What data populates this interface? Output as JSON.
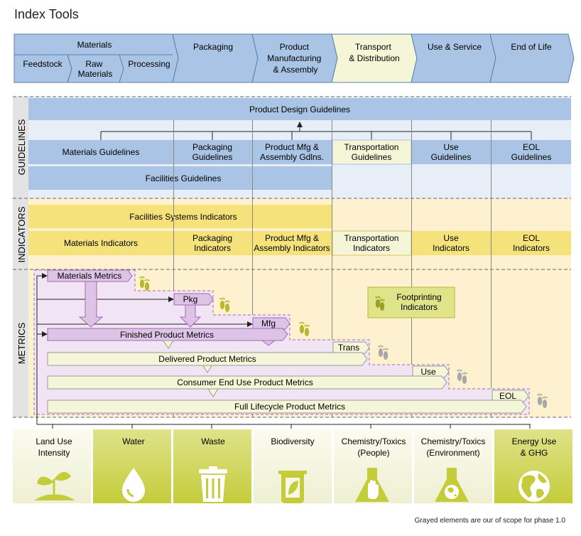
{
  "title": "Index Tools",
  "note": "Grayed elements are our of scope for phase 1.0",
  "stages": {
    "materials": "Materials",
    "feedstock": "Feedstock",
    "raw_materials": [
      "Raw",
      "Materials"
    ],
    "processing": "Processing",
    "packaging": "Packaging",
    "product_mfg": [
      "Product",
      "Manufacturing",
      "& Assembly"
    ],
    "transport": [
      "Transport",
      "& Distribution"
    ],
    "use_service": "Use & Service",
    "end_of_life": "End of Life"
  },
  "sections": {
    "guidelines": "GUIDELINES",
    "indicators": "INDICATORS",
    "metrics": "METRICS"
  },
  "guidelines": {
    "product_design": "Product Design Guidelines",
    "materials": "Materials Guidelines",
    "packaging": [
      "Packaging",
      "Guidelines"
    ],
    "mfg": [
      "Product Mfg &",
      "Assembly Gdlns."
    ],
    "transport": [
      "Transportation",
      "Guidelines"
    ],
    "use": [
      "Use",
      "Guidelines"
    ],
    "eol": [
      "EOL",
      "Guidelines"
    ],
    "facilities": "Facilities Guidelines"
  },
  "indicators": {
    "facilities_systems": "Facilities Systems Indicators",
    "materials": "Materials Indicators",
    "packaging": [
      "Packaging",
      "Indicators"
    ],
    "mfg": [
      "Product Mfg &",
      "Assembly Indicators"
    ],
    "transport": [
      "Transportation",
      "Indicators"
    ],
    "use": [
      "Use",
      "Indicators"
    ],
    "eol": [
      "EOL",
      "Indicators"
    ]
  },
  "metrics": {
    "materials": "Materials Metrics",
    "pkg": "Pkg",
    "mfg": "Mfg",
    "trans": "Trans",
    "use": "Use",
    "eol": "EOL",
    "finished": "Finished Product Metrics",
    "delivered": "Delivered Product Metrics",
    "consumer": "Consumer End Use Product Metrics",
    "lifecycle": "Full Lifecycle Product Metrics",
    "footprinting": [
      "Footprinting",
      "Indicators"
    ]
  },
  "impacts": [
    {
      "label": [
        "Land Use",
        "Intensity"
      ],
      "icon": "plant-icon",
      "shade": "light"
    },
    {
      "label": [
        "Water"
      ],
      "icon": "water-drop-icon",
      "shade": "dark"
    },
    {
      "label": [
        "Waste"
      ],
      "icon": "trash-can-icon",
      "shade": "dark"
    },
    {
      "label": [
        "Biodiversity"
      ],
      "icon": "leaf-jar-icon",
      "shade": "light"
    },
    {
      "label": [
        "Chemistry/Toxics",
        "(People)"
      ],
      "icon": "flask-hand-icon",
      "shade": "light"
    },
    {
      "label": [
        "Chemistry/Toxics",
        "(Environment)"
      ],
      "icon": "flask-globe-icon",
      "shade": "light"
    },
    {
      "label": [
        "Energy Use",
        "& GHG"
      ],
      "icon": "globe-icon",
      "shade": "dark"
    }
  ],
  "colors": {
    "blue": "#a9c4e4",
    "lightblue": "#dce8f5",
    "yellow": "#f5e27a",
    "lightyellow": "#fdf1cf",
    "purple": "#ddc4e6",
    "lightpurple": "#f1e4f4",
    "green": "#c4cc3a",
    "lightgreen": "#f3f4dd"
  }
}
